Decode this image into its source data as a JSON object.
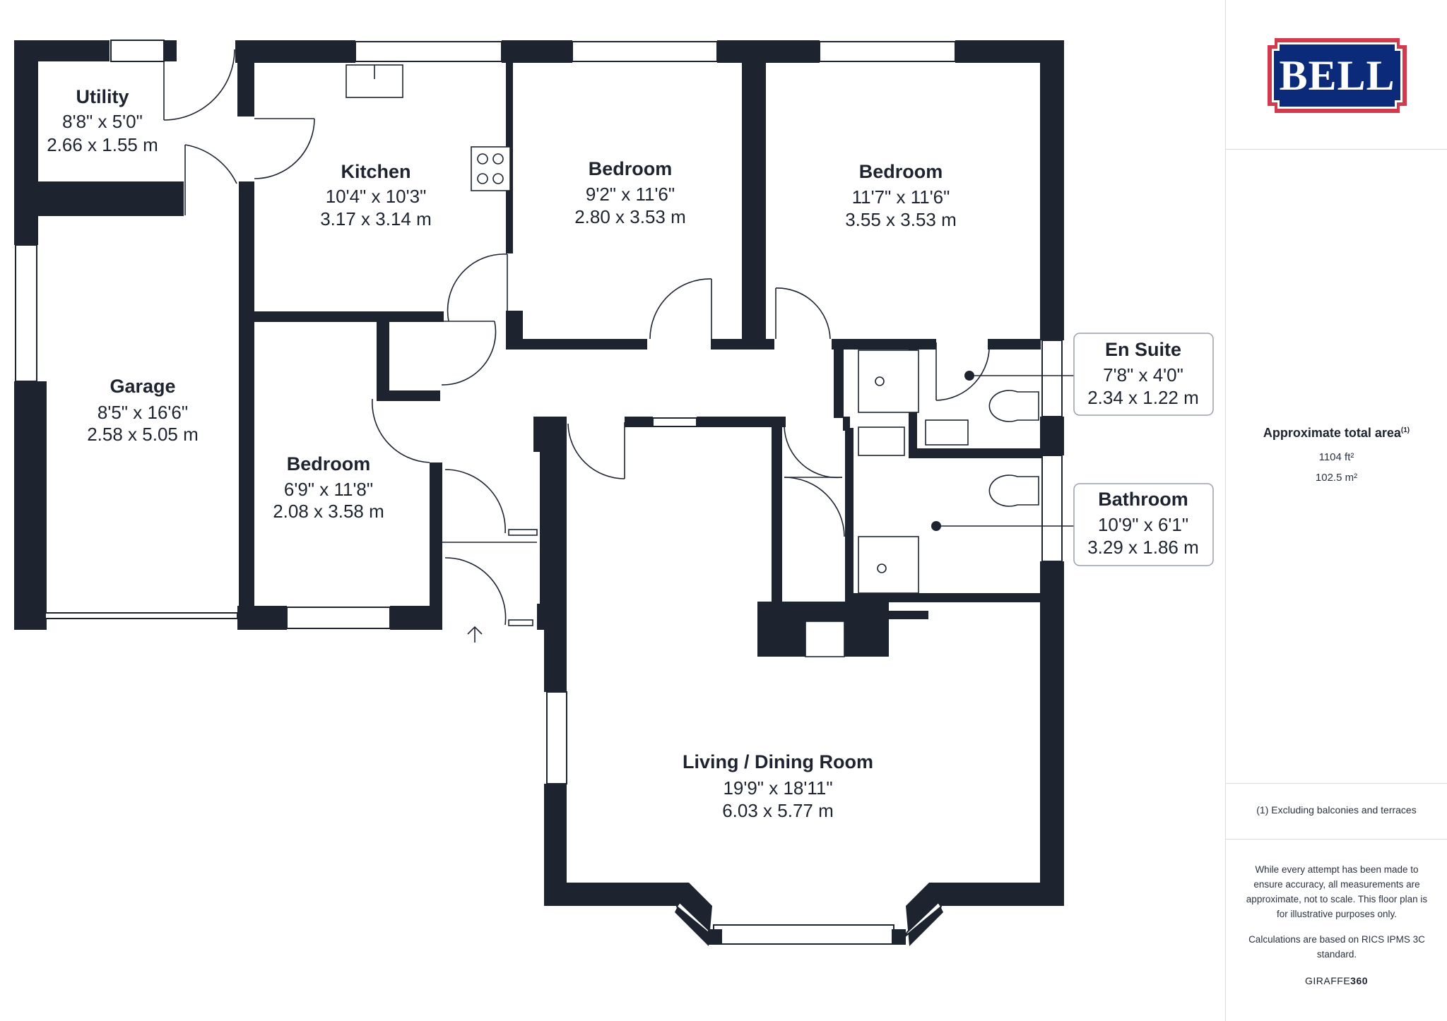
{
  "rooms": {
    "utility": {
      "name": "Utility",
      "imperial": "8'8\" x 5'0\"",
      "metric": "2.66 x 1.55 m"
    },
    "kitchen": {
      "name": "Kitchen",
      "imperial": "10'4\" x 10'3\"",
      "metric": "3.17 x 3.14 m"
    },
    "bedroom1": {
      "name": "Bedroom",
      "imperial": "9'2\" x 11'6\"",
      "metric": "2.80 x 3.53 m"
    },
    "bedroom2": {
      "name": "Bedroom",
      "imperial": "11'7\" x 11'6\"",
      "metric": "3.55 x 3.53 m"
    },
    "garage": {
      "name": "Garage",
      "imperial": "8'5\" x 16'6\"",
      "metric": "2.58 x 5.05 m"
    },
    "bedroom3": {
      "name": "Bedroom",
      "imperial": "6'9\" x 11'8\"",
      "metric": "2.08 x 3.58 m"
    },
    "living": {
      "name": "Living / Dining Room",
      "imperial": "19'9\" x 18'11\"",
      "metric": "6.03 x 5.77 m"
    },
    "ensuite": {
      "name": "En Suite",
      "imperial": "7'8\" x 4'0\"",
      "metric": "2.34 x 1.22 m"
    },
    "bathroom": {
      "name": "Bathroom",
      "imperial": "10'9\" x 6'1\"",
      "metric": "3.29 x 1.86 m"
    }
  },
  "logo": {
    "text": "BELL",
    "color": "#0b2a7a",
    "border_color": "#d23a4e"
  },
  "area": {
    "title": "Approximate total area",
    "note_marker": "(1)",
    "imperial": "1104 ft²",
    "metric": "102.5 m²"
  },
  "footnote": "(1) Excluding balconies and terraces",
  "disclaimer": "While every attempt has been made to ensure accuracy, all measurements are approximate, not to scale. This floor plan is for illustrative purposes only.",
  "calculation_note": "Calculations are based on RICS IPMS 3C standard.",
  "brand": {
    "part1": "GIRAFFE",
    "part2": "360"
  },
  "colors": {
    "wall": "#1d2430",
    "background": "#ffffff"
  }
}
